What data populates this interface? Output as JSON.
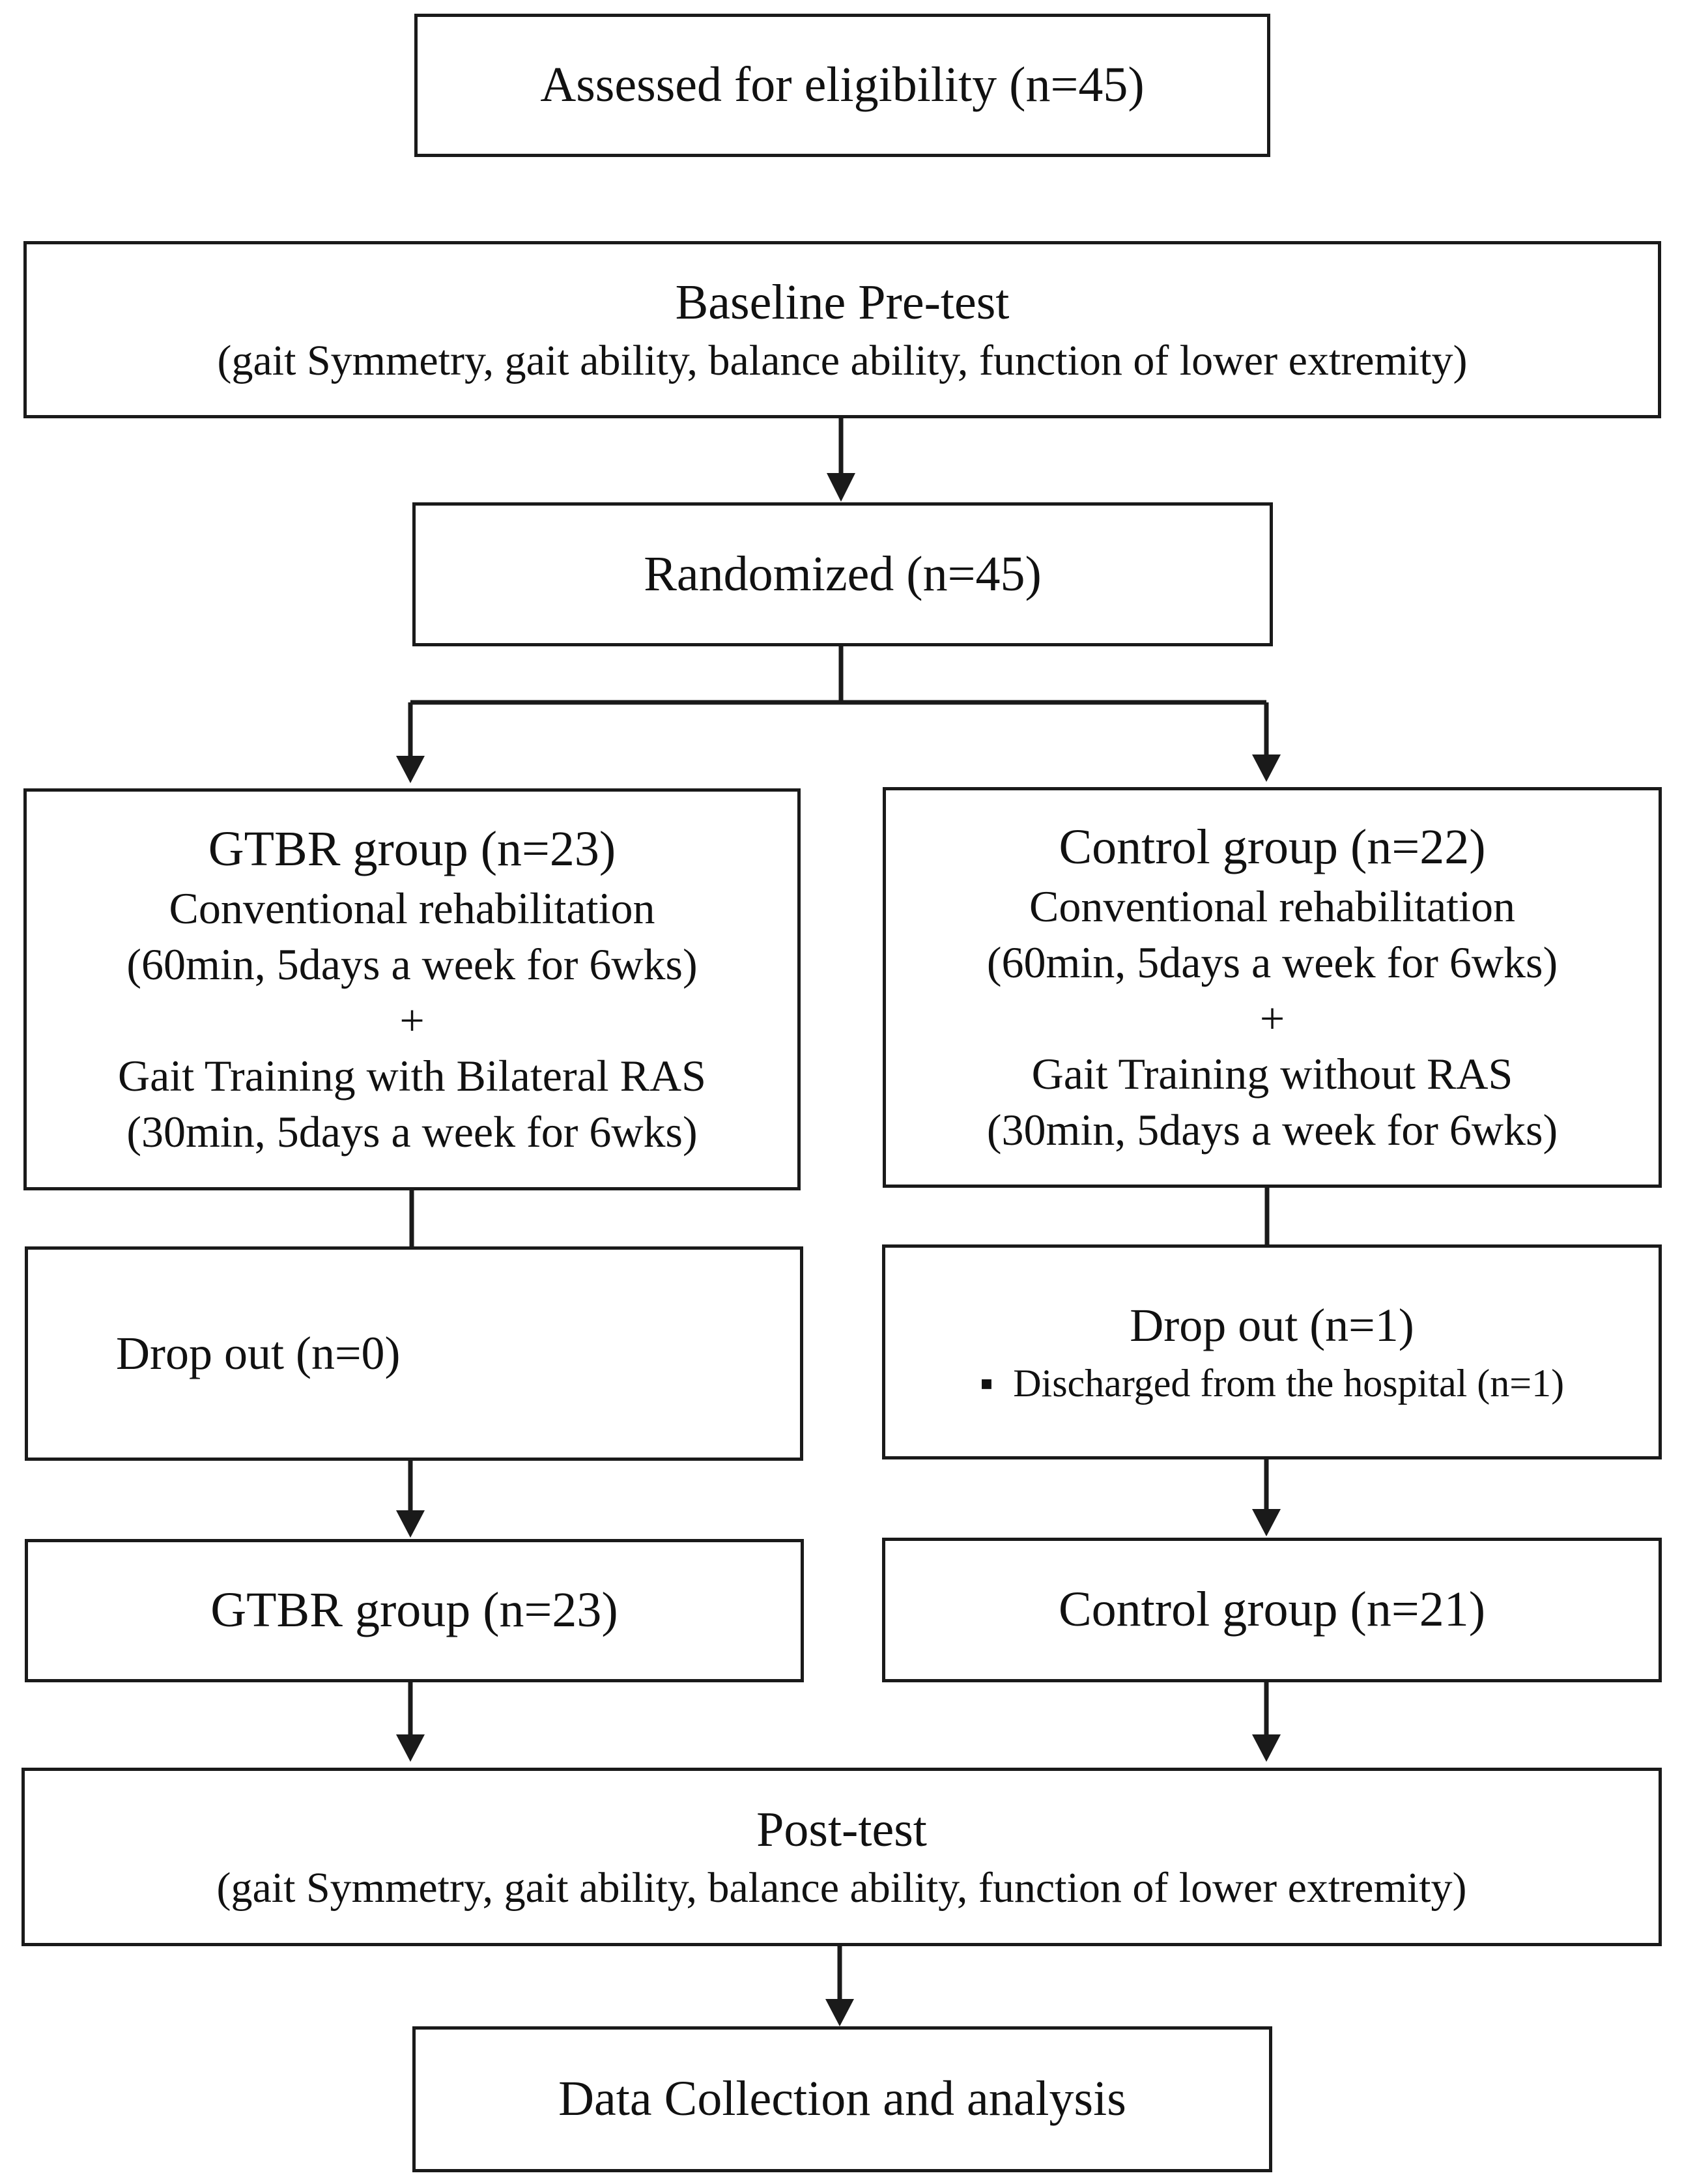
{
  "eligibility": {
    "label": "Assessed for eligibility (n=45)"
  },
  "baseline": {
    "title": "Baseline Pre-test",
    "detail": "(gait Symmetry, gait ability, balance ability, function of lower extremity)"
  },
  "randomized": {
    "label": "Randomized (n=45)"
  },
  "gtbr_intervention": {
    "title": "GTBR group (n=23)",
    "line1": "Conventional rehabilitation",
    "line2": "(60min, 5days a week for 6wks)",
    "plus": "+",
    "line3": "Gait Training with Bilateral RAS",
    "line4": "(30min, 5days a week for 6wks)"
  },
  "control_intervention": {
    "title": "Control group (n=22)",
    "line1": "Conventional rehabilitation",
    "line2": "(60min, 5days a week for 6wks)",
    "plus": "+",
    "line3": "Gait Training without RAS",
    "line4": "(30min, 5days a week for 6wks)"
  },
  "gtbr_dropout": {
    "label": "Drop out (n=0)"
  },
  "control_dropout": {
    "label": "Drop out (n=1)",
    "bullet": "▪",
    "reason": "Discharged from the hospital (n=1)"
  },
  "gtbr_final": {
    "label": "GTBR group (n=23)"
  },
  "control_final": {
    "label": "Control group (n=21)"
  },
  "posttest": {
    "title": "Post-test",
    "detail": "(gait Symmetry, gait ability, balance ability, function of lower extremity)"
  },
  "analysis": {
    "label": "Data Collection and analysis"
  }
}
